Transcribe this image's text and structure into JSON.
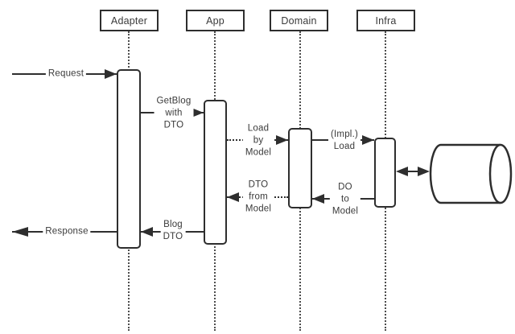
{
  "diagram": {
    "type": "uml-sequence",
    "actors": [
      {
        "id": "adapter",
        "label": "Adapter"
      },
      {
        "id": "app",
        "label": "App"
      },
      {
        "id": "domain",
        "label": "Domain"
      },
      {
        "id": "infra",
        "label": "Infra"
      }
    ],
    "messages": [
      {
        "id": "request",
        "label": "Request",
        "from": "caller",
        "to": "adapter",
        "line": "solid",
        "direction": "right"
      },
      {
        "id": "getblog-with-dto",
        "label": "GetBlog\nwith\nDTO",
        "from": "adapter",
        "to": "app",
        "line": "solid",
        "direction": "right"
      },
      {
        "id": "load-by-model",
        "label": "Load\nby\nModel",
        "from": "app",
        "to": "domain",
        "line": "dotted",
        "direction": "right"
      },
      {
        "id": "impl-load",
        "label": "(Impl.)\nLoad",
        "from": "domain",
        "to": "infra",
        "line": "solid",
        "direction": "right"
      },
      {
        "id": "db-access",
        "label": "",
        "from": "infra",
        "to": "database",
        "line": "solid",
        "direction": "both"
      },
      {
        "id": "do-to-model",
        "label": "DO\nto\nModel",
        "from": "infra",
        "to": "domain",
        "line": "solid",
        "direction": "left"
      },
      {
        "id": "dto-from-model",
        "label": "DTO\nfrom\nModel",
        "from": "domain",
        "to": "app",
        "line": "dotted",
        "direction": "left"
      },
      {
        "id": "blog-dto",
        "label": "Blog\nDTO",
        "from": "app",
        "to": "adapter",
        "line": "solid",
        "direction": "left"
      },
      {
        "id": "response",
        "label": "Response",
        "from": "adapter",
        "to": "caller",
        "line": "solid",
        "direction": "left"
      }
    ],
    "database": {
      "shape": "cylinder"
    },
    "colors": {
      "stroke": "#2e2e2e",
      "text": "#3a3a3a",
      "background": "#ffffff"
    }
  }
}
